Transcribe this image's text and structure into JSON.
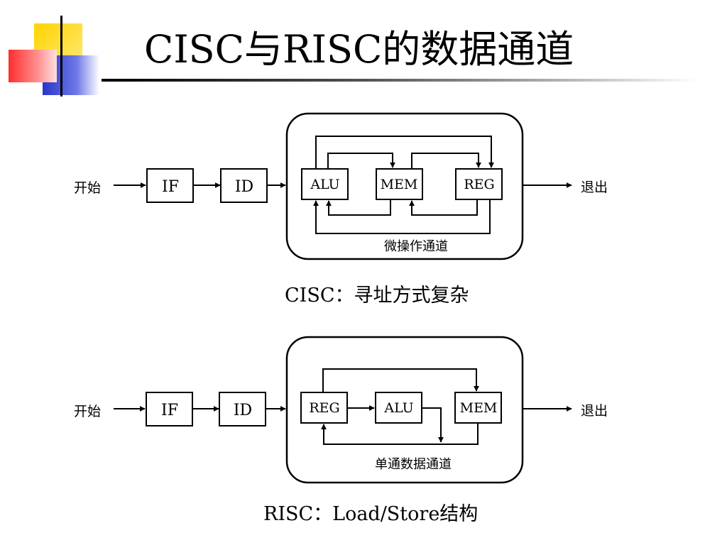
{
  "slide": {
    "title": "CISC与RISC的数据通道"
  },
  "cisc": {
    "start": "开始",
    "exit": "退出",
    "if": "IF",
    "id": "ID",
    "alu": "ALU",
    "mem": "MEM",
    "reg": "REG",
    "path_label": "微操作通道",
    "caption": "CISC：寻址方式复杂"
  },
  "risc": {
    "start": "开始",
    "exit": "退出",
    "if": "IF",
    "id": "ID",
    "reg": "REG",
    "alu": "ALU",
    "mem": "MEM",
    "path_label": "单通数据通道",
    "caption": "RISC：Load/Store结构"
  }
}
